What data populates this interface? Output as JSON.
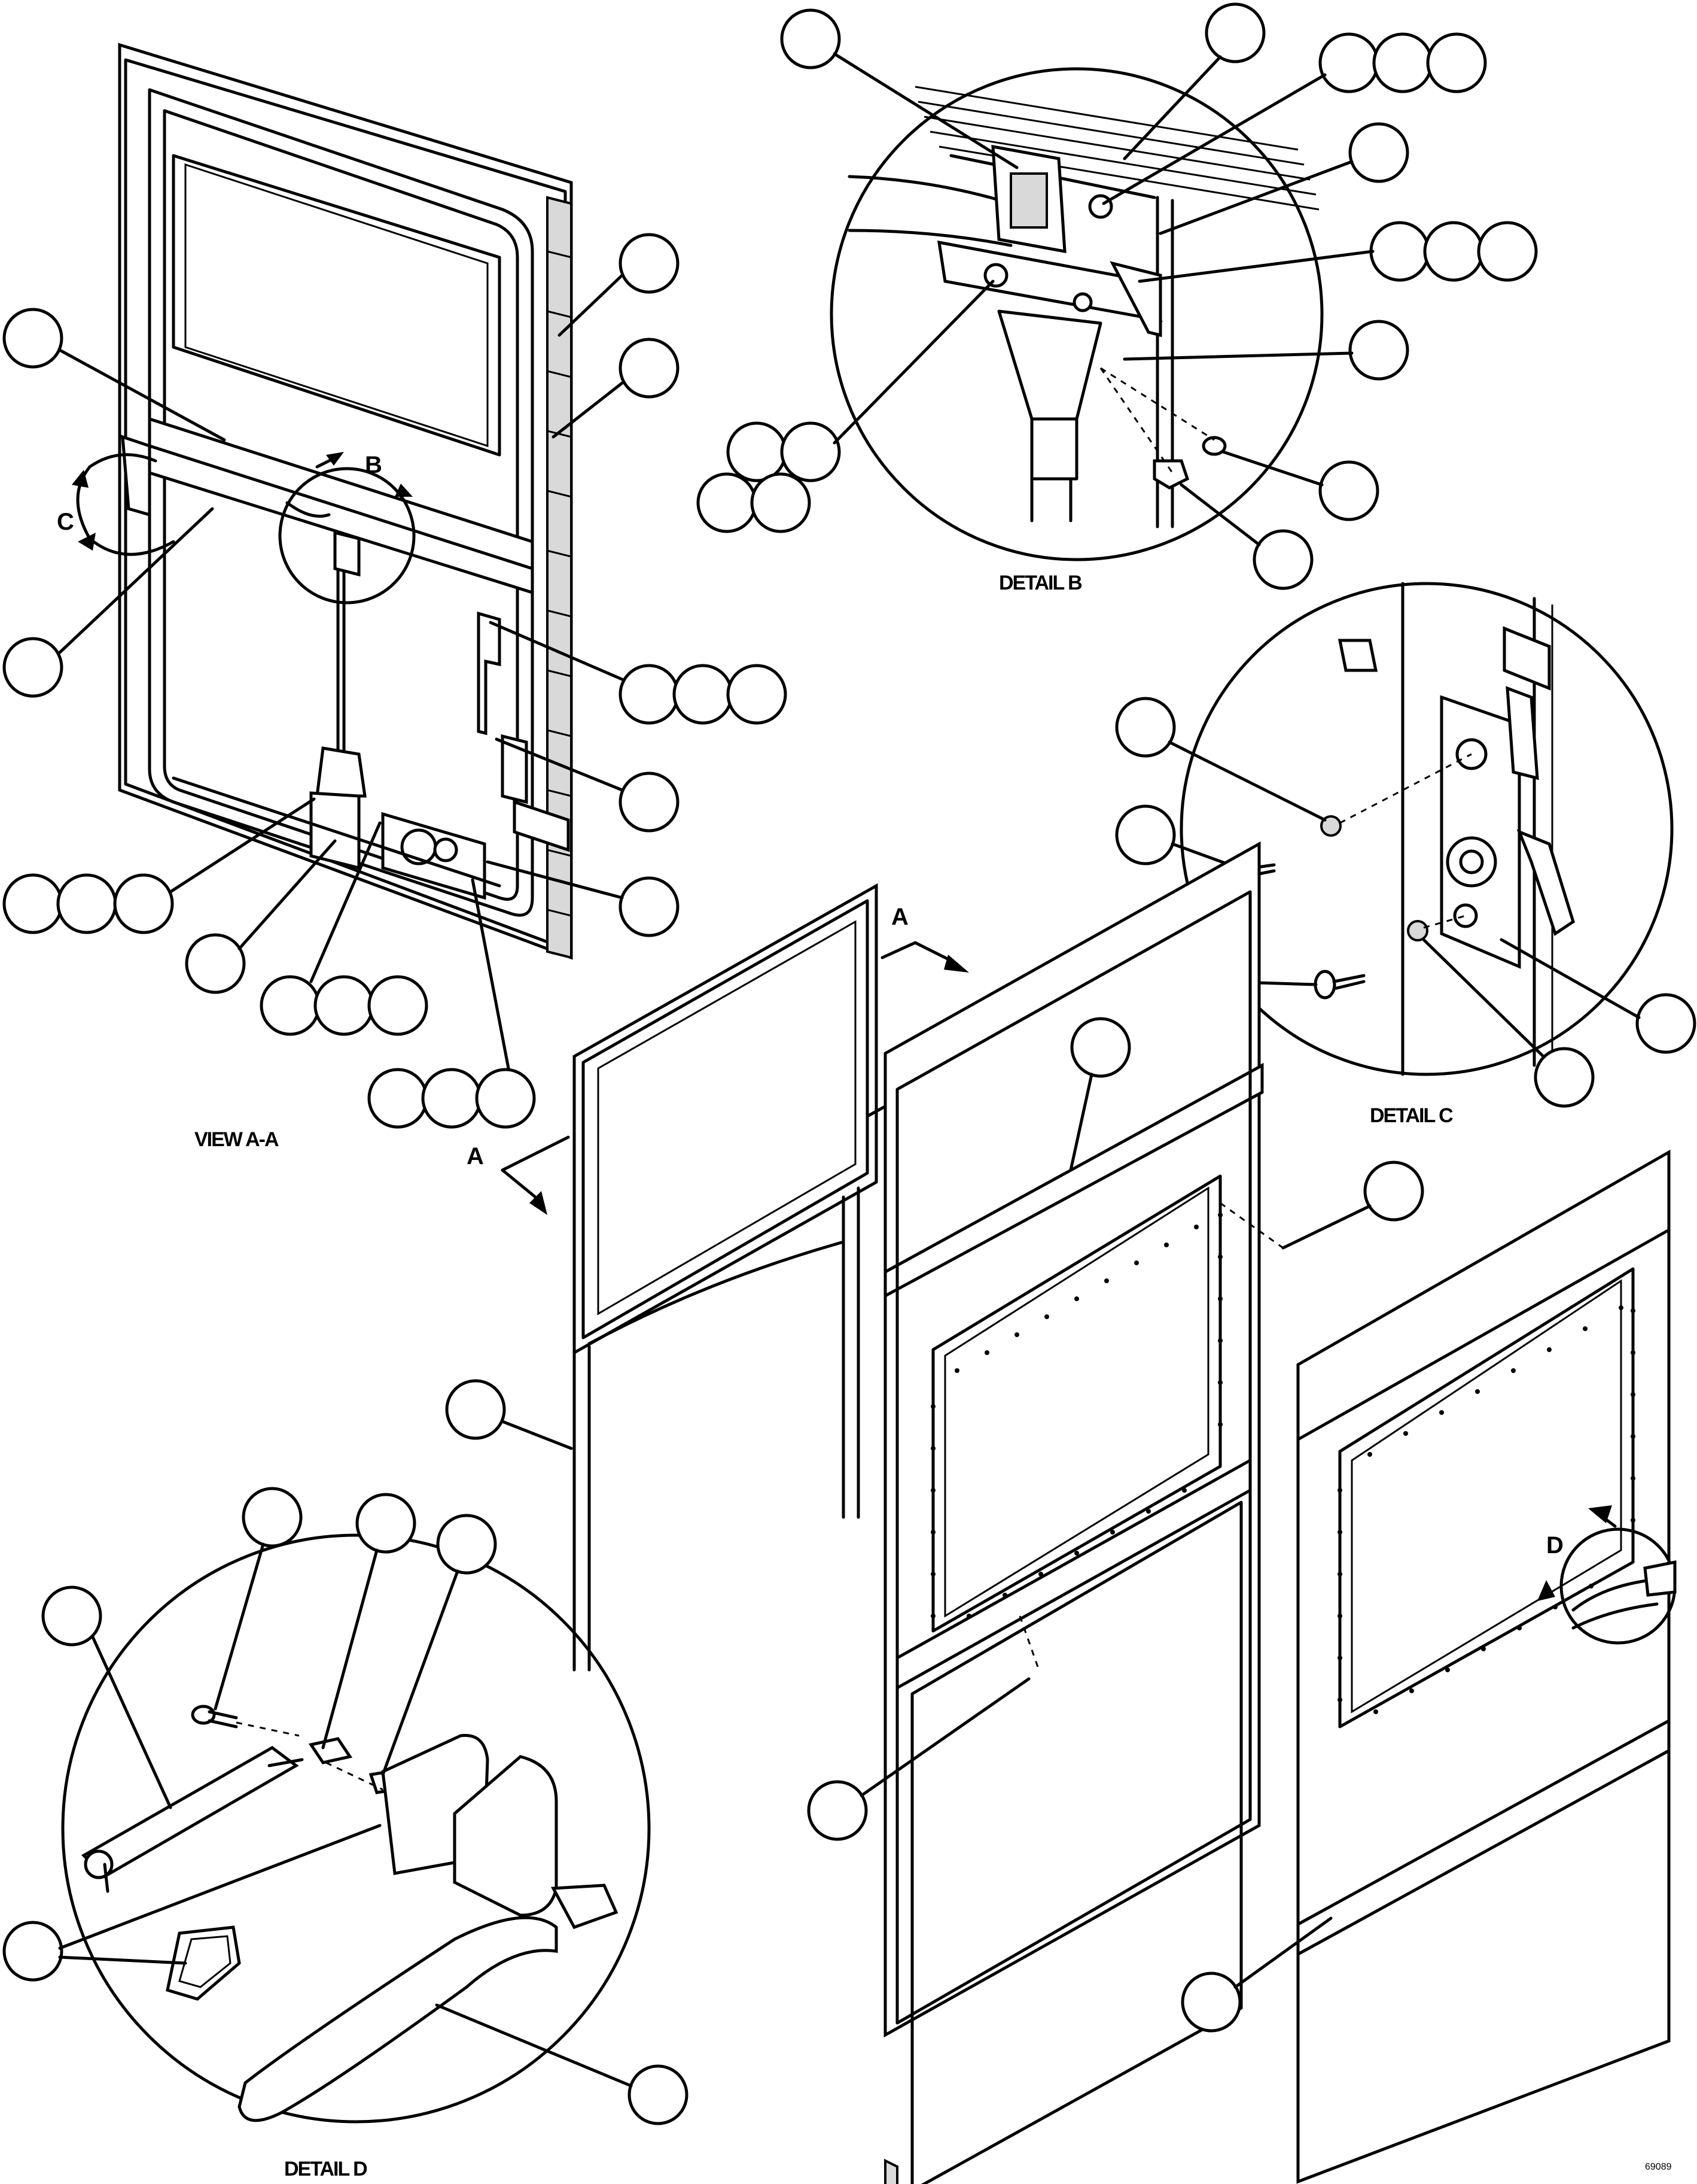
{
  "labels": {
    "view_aa": "VIEW A-A",
    "detail_b": "DETAIL B",
    "detail_c": "DETAIL C",
    "detail_d": "DETAIL D",
    "arrow_b": "B",
    "arrow_c": "C",
    "arrow_d": "D",
    "section_a_top": "A",
    "section_a_left": "A",
    "figure_id": "69089"
  },
  "colors": {
    "line": "#000000",
    "background": "#ffffff",
    "shading": "#d9d9d9"
  }
}
